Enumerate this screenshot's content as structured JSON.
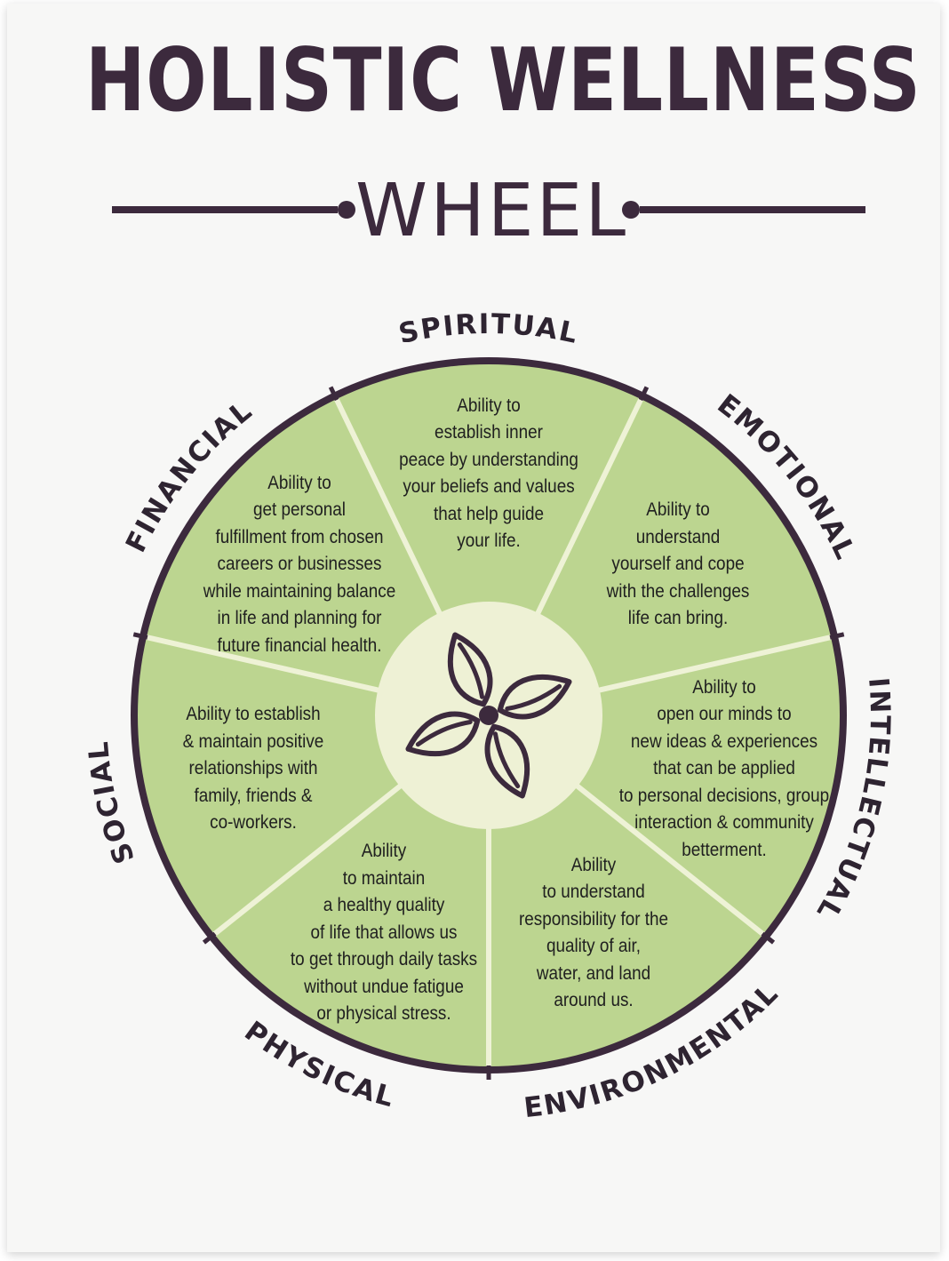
{
  "title": {
    "main": "HOLISTIC WELLNESS",
    "sub": "WHEEL"
  },
  "colors": {
    "ink": "#3c2a3d",
    "segment": "#bcd590",
    "divider": "#eef2d6",
    "center": "#eef1d5"
  },
  "icon": "four-leaf-flower-icon",
  "segments": [
    {
      "label": "SPIRITUAL",
      "description": [
        "Ability to",
        "establish inner",
        "peace by understanding",
        "your beliefs and values",
        "that help guide",
        "your life."
      ]
    },
    {
      "label": "EMOTIONAL",
      "description": [
        "Ability to",
        "understand",
        "yourself and cope",
        "with the challenges",
        "life can bring."
      ]
    },
    {
      "label": "INTELLECTUAL",
      "description": [
        "Ability to",
        "open our minds to",
        "new ideas & experiences",
        "that can be applied",
        "to personal decisions, group",
        "interaction & community",
        "betterment."
      ]
    },
    {
      "label": "ENVIRONMENTAL",
      "description": [
        "Ability",
        "to understand",
        "responsibility for the",
        "quality of air,",
        "water, and land",
        "around us."
      ]
    },
    {
      "label": "PHYSICAL",
      "description": [
        "Ability",
        "to maintain",
        "a healthy quality",
        "of life that allows us",
        "to get through daily tasks",
        "without undue fatigue",
        "or physical stress."
      ]
    },
    {
      "label": "SOCIAL",
      "description": [
        "Ability to establish",
        "& maintain positive",
        "relationships with",
        "family, friends &",
        "co-workers."
      ]
    },
    {
      "label": "FINANCIAL",
      "description": [
        "Ability to",
        "get personal",
        "fulfillment from chosen",
        "careers or businesses",
        "while maintaining balance",
        "in life and planning for",
        "future financial health."
      ]
    }
  ]
}
